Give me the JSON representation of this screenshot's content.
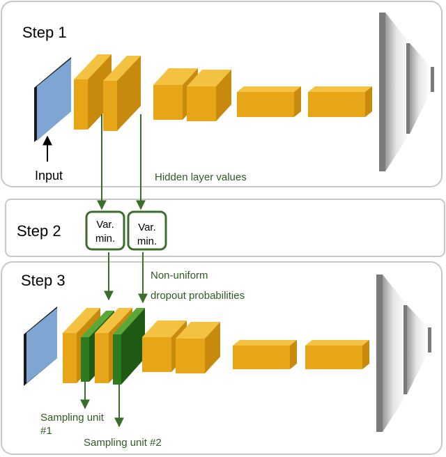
{
  "steps": {
    "step1": "Step 1",
    "step2": "Step 2",
    "step3": "Step 3"
  },
  "labels": {
    "input": "Input",
    "hidden_layer_values": "Hidden layer values",
    "var_min_line1": "Var.",
    "var_min_line2": "min.",
    "non_uniform": "Non-uniform",
    "dropout_probabilities": "dropout probabilities",
    "sampling_unit_1_line1": "Sampling unit",
    "sampling_unit_1_line2": "#1",
    "sampling_unit_2": "Sampling unit #2"
  },
  "colors": {
    "panel_border": "#c8c8c8",
    "input_face": "#7fa6d2",
    "layer_front": "#e6a618",
    "layer_top": "#f3c240",
    "layer_side": "#c88a0c",
    "dropout_front": "#2e7a1f",
    "dropout_top": "#5aa83a",
    "dropout_side": "#1f5a14",
    "arrow_green": "#3a6e2a",
    "box_border": "#3a6e2a",
    "classifier_bar": "#7a7a7a"
  }
}
